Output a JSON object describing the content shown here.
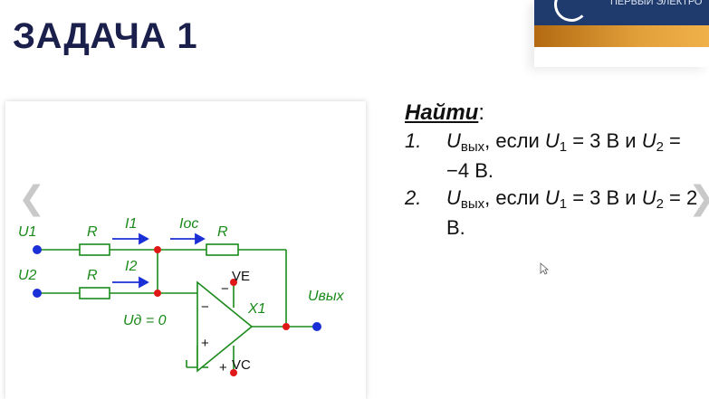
{
  "slide": {
    "title": "ЗАДАЧА 1",
    "corner_banner_text": "ПЕРВЫЙ ЭЛЕКТРО",
    "nav": {
      "prev_glyph": "❮",
      "next_glyph": "❯"
    }
  },
  "circuit": {
    "input1_label": "U1",
    "input2_label": "U2",
    "resistor1_label": "R",
    "resistor2_label": "R",
    "feedback_resistor_label": "R",
    "current1_label": "I1",
    "current2_label": "I2",
    "feedback_current_label": "Iос",
    "diff_voltage_label": "Uд = 0",
    "opamp_label": "X1",
    "opamp_minus": "−",
    "opamp_plus": "+",
    "supply_top_label": "VE",
    "supply_top_sign": "−",
    "supply_bottom_label": "VC",
    "supply_bottom_sign": "+",
    "output_label": "Uвых",
    "colors": {
      "wire": "#1a8a1a",
      "label": "#1a8a1a",
      "node": "#e01818",
      "terminal": "#1a2fd6",
      "arrow": "#1a2fd6"
    }
  },
  "task": {
    "heading": "Найти",
    "heading_colon": ":",
    "items": [
      {
        "number": "1.",
        "u": "U",
        "u_sub": "вых",
        "cond": ", если ",
        "u1": "U",
        "u1_sub": "1",
        "u1_val": " = 3 В и ",
        "u2": "U",
        "u2_sub": "2",
        "u2_val": " = −4 В."
      },
      {
        "number": "2.",
        "u": "U",
        "u_sub": "вых",
        "cond": ", если ",
        "u1": "U",
        "u1_sub": "1",
        "u1_val": " = 3 В и ",
        "u2": "U",
        "u2_sub": "2",
        "u2_val": " = 2 В."
      }
    ]
  }
}
